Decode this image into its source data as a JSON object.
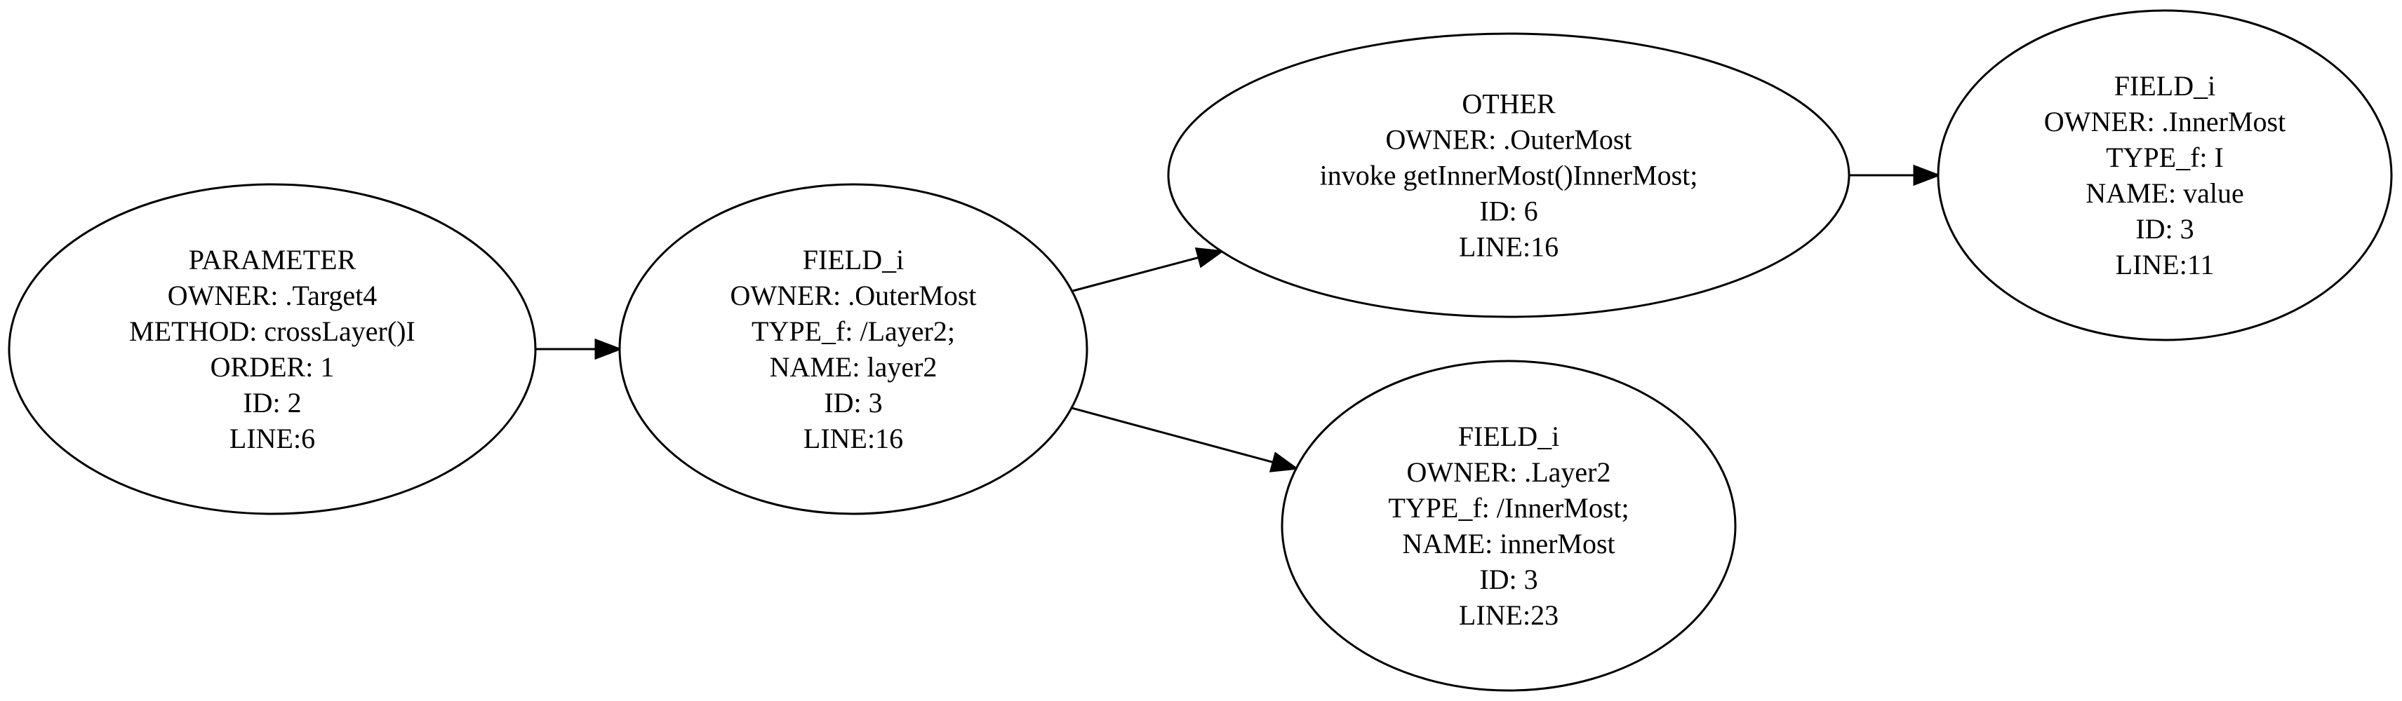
{
  "graph": {
    "nodes": [
      {
        "id": "n_param",
        "lines": [
          "PARAMETER",
          "OWNER: .Target4",
          "METHOD: crossLayer()I",
          "ORDER: 1",
          "ID: 2",
          "LINE:6"
        ]
      },
      {
        "id": "n_field_layer2",
        "lines": [
          "FIELD_i",
          "OWNER: .OuterMost",
          "TYPE_f: /Layer2;",
          "NAME: layer2",
          "ID: 3",
          "LINE:16"
        ]
      },
      {
        "id": "n_other",
        "lines": [
          "OTHER",
          "OWNER: .OuterMost",
          "invoke getInnerMost()InnerMost;",
          "ID: 6",
          "LINE:16"
        ]
      },
      {
        "id": "n_field_value",
        "lines": [
          "FIELD_i",
          "OWNER: .InnerMost",
          "TYPE_f: I",
          "NAME: value",
          "ID: 3",
          "LINE:11"
        ]
      },
      {
        "id": "n_field_innermost",
        "lines": [
          "FIELD_i",
          "OWNER: .Layer2",
          "TYPE_f: /InnerMost;",
          "NAME: innerMost",
          "ID: 3",
          "LINE:23"
        ]
      }
    ],
    "edges": [
      {
        "from": "n_param",
        "to": "n_field_layer2"
      },
      {
        "from": "n_field_layer2",
        "to": "n_other"
      },
      {
        "from": "n_field_layer2",
        "to": "n_field_innermost"
      },
      {
        "from": "n_other",
        "to": "n_field_value"
      }
    ]
  }
}
